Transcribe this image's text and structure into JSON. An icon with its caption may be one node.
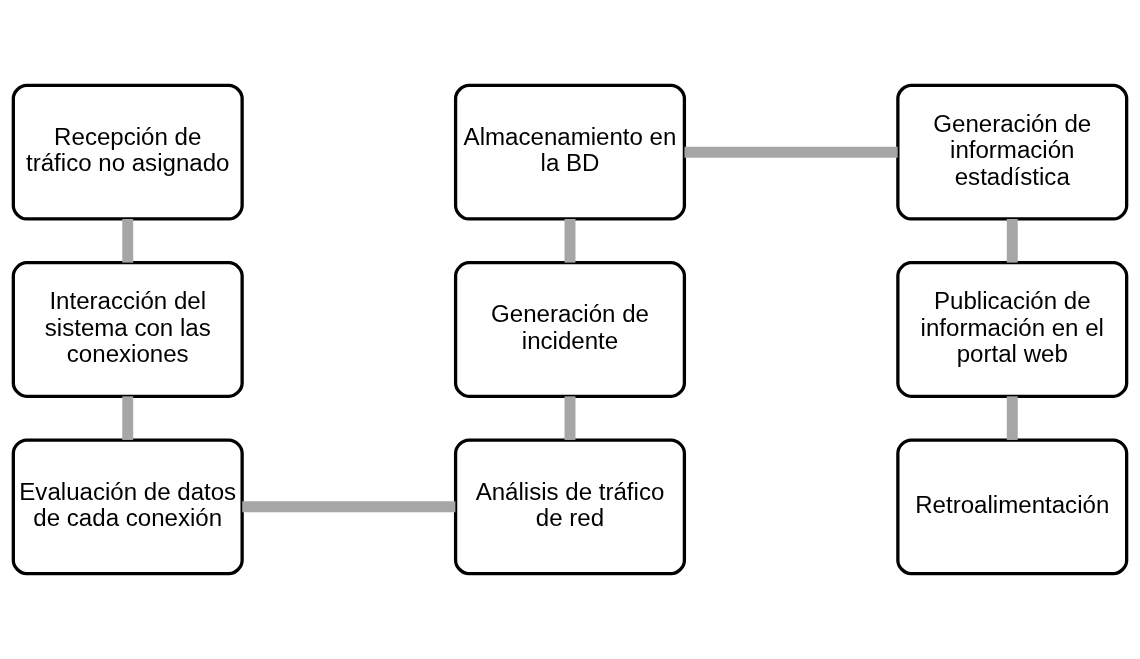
{
  "diagram": {
    "nodes": [
      {
        "text": [
          "Recepción de tráfico no asignado"
        ]
      },
      {
        "text": [
          "Interacción del sistema con las conexiones"
        ]
      },
      {
        "text": [
          "Evaluación de datos de cada conexión"
        ]
      },
      {
        "text": [
          "Análisis de tráfico de red"
        ]
      },
      {
        "text": [
          "Generación de incidente"
        ]
      },
      {
        "text": [
          "Almacenamiento en la BD"
        ]
      },
      {
        "text": [
          "Generación de información estadística"
        ]
      },
      {
        "text": [
          "Publicación de información en el portal web"
        ]
      },
      {
        "text": [
          "Retroalimentación"
        ]
      }
    ],
    "edges": [
      {
        "from": 0,
        "to": 1,
        "arrow": "none"
      },
      {
        "from": 1,
        "to": 2,
        "arrow": "none"
      },
      {
        "from": 2,
        "to": 3,
        "arrow": "none"
      },
      {
        "from": 4,
        "to": 3,
        "arrow": "none"
      },
      {
        "from": 5,
        "to": 4,
        "arrow": "none"
      },
      {
        "from": 5,
        "to": 6,
        "arrow": "none"
      },
      {
        "from": 6,
        "to": 7,
        "arrow": "none"
      },
      {
        "from": 7,
        "to": 8,
        "arrow": "none"
      }
    ]
  }
}
